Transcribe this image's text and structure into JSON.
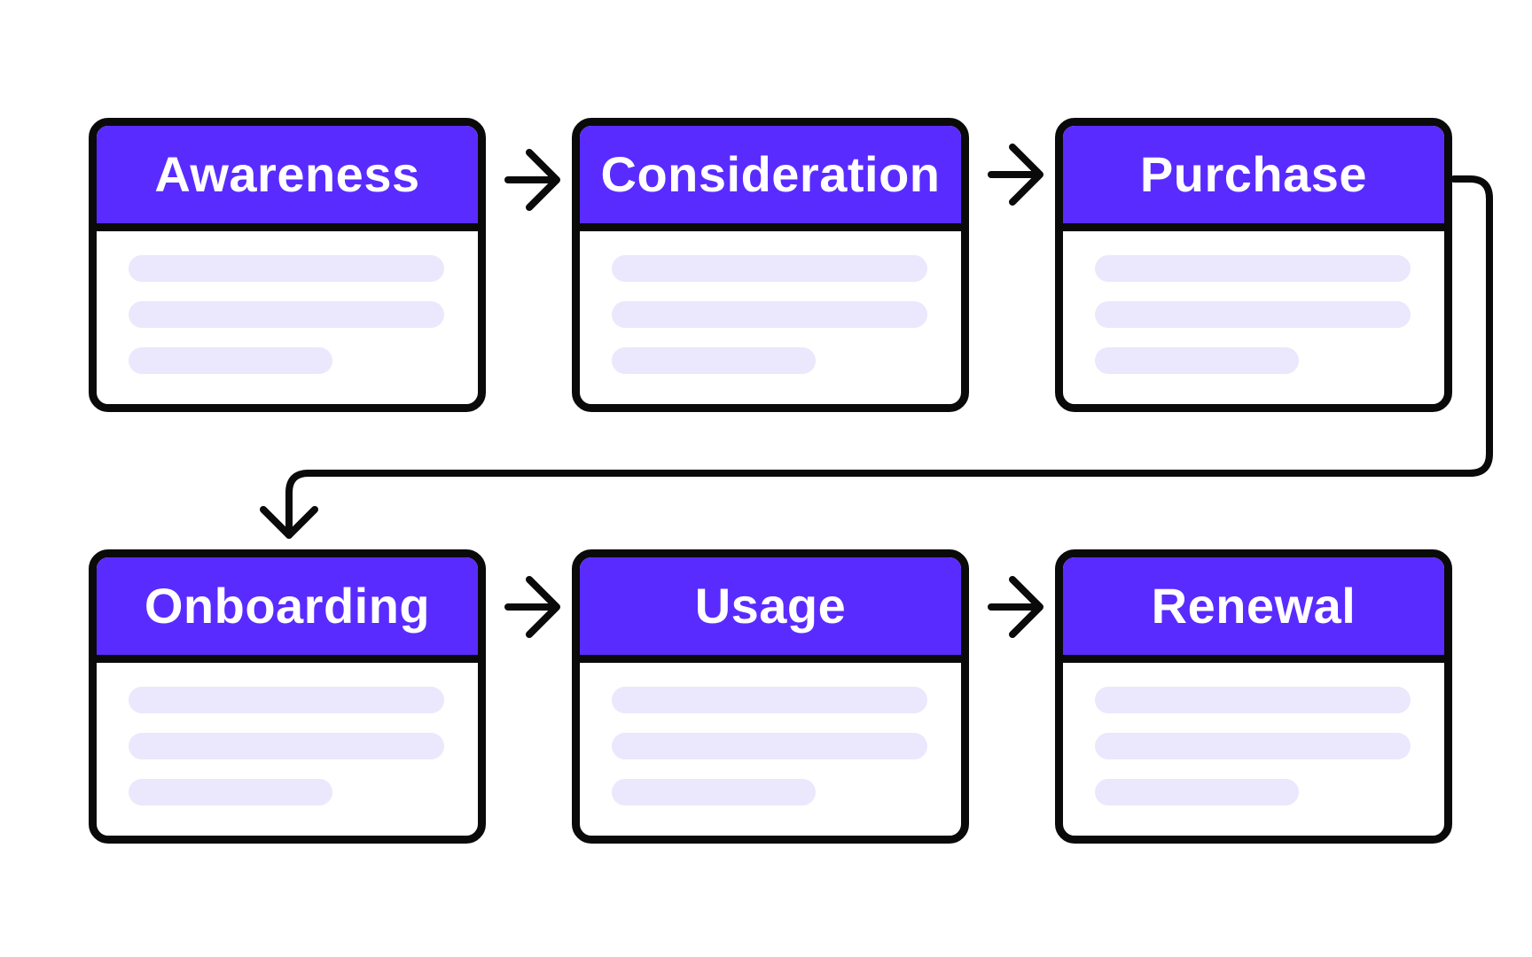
{
  "stages": [
    {
      "title": "Awareness"
    },
    {
      "title": "Consideration"
    },
    {
      "title": "Purchase"
    },
    {
      "title": "Onboarding"
    },
    {
      "title": "Usage"
    },
    {
      "title": "Renewal"
    }
  ],
  "colors": {
    "header": "#5a2bff",
    "outline": "#0a0a0a",
    "placeholder": "#ebe7fc",
    "background": "#ffffff"
  },
  "icons": [
    "arrow-right-icon",
    "arrow-down-icon"
  ]
}
